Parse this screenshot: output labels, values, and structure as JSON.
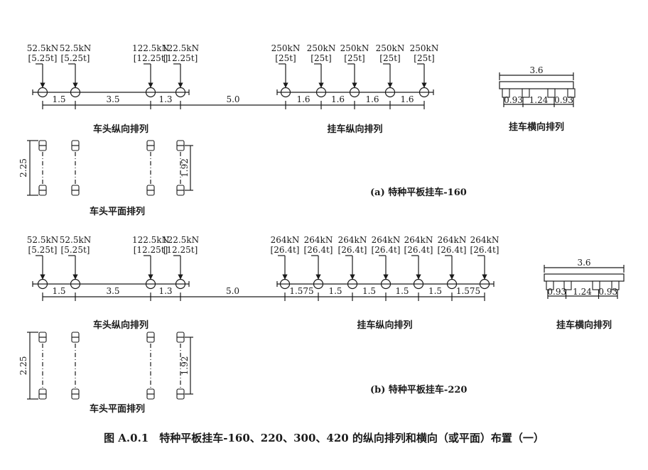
{
  "figure_caption": "图 A.0.1　特种平板挂车-160、220、300、420 的纵向排列和横向（或平面）布置（一）",
  "panels": [
    {
      "id": "a",
      "caption": "(a)  特种平板挂车-160",
      "tractor": {
        "loads": [
          {
            "kn": "52.5kN",
            "t": "[5.25t]"
          },
          {
            "kn": "52.5kN",
            "t": "[5.25t]"
          },
          {
            "kn": "122.5kN",
            "t": "[12.25t]"
          },
          {
            "kn": "122.5kN",
            "t": "[12.25t]"
          }
        ],
        "spacings": [
          "1.5",
          "3.5",
          "1.3"
        ],
        "gap": "5.0",
        "longitudinal_label": "车头纵向排列",
        "plan_label": "车头平面排列",
        "plan_width": "2.25",
        "plan_inner": "1.92"
      },
      "trailer": {
        "loads": [
          {
            "kn": "250kN",
            "t": "[25t]"
          },
          {
            "kn": "250kN",
            "t": "[25t]"
          },
          {
            "kn": "250kN",
            "t": "[25t]"
          },
          {
            "kn": "250kN",
            "t": "[25t]"
          },
          {
            "kn": "250kN",
            "t": "[25t]"
          }
        ],
        "spacings": [
          "1.6",
          "1.6",
          "1.6",
          "1.6"
        ],
        "longitudinal_label": "挂车纵向排列"
      },
      "transverse": {
        "width": "3.6",
        "spacings": [
          "0.93",
          "1.24",
          "0.93"
        ],
        "label": "挂车横向排列"
      }
    },
    {
      "id": "b",
      "caption": "(b)  特种平板挂车-220",
      "tractor": {
        "loads": [
          {
            "kn": "52.5kN",
            "t": "[5.25t]"
          },
          {
            "kn": "52.5kN",
            "t": "[5.25t]"
          },
          {
            "kn": "122.5kN",
            "t": "[12.25t]"
          },
          {
            "kn": "122.5kN",
            "t": "[12.25t]"
          }
        ],
        "spacings": [
          "1.5",
          "3.5",
          "1.3"
        ],
        "gap": "5.0",
        "longitudinal_label": "车头纵向排列",
        "plan_label": "车头平面排列",
        "plan_width": "2.25",
        "plan_inner": "1.92"
      },
      "trailer": {
        "loads": [
          {
            "kn": "264kN",
            "t": "[26.4t]"
          },
          {
            "kn": "264kN",
            "t": "[26.4t]"
          },
          {
            "kn": "264kN",
            "t": "[26.4t]"
          },
          {
            "kn": "264kN",
            "t": "[26.4t]"
          },
          {
            "kn": "264kN",
            "t": "[26.4t]"
          },
          {
            "kn": "264kN",
            "t": "[26.4t]"
          },
          {
            "kn": "264kN",
            "t": "[26.4t]"
          }
        ],
        "spacings": [
          "1.575",
          "1.5",
          "1.5",
          "1.5",
          "1.5",
          "1.575"
        ],
        "longitudinal_label": "挂车纵向排列"
      },
      "transverse": {
        "width": "3.6",
        "spacings": [
          "0.93",
          "1.24",
          "0.93"
        ],
        "label": "挂车横向排列"
      }
    }
  ]
}
